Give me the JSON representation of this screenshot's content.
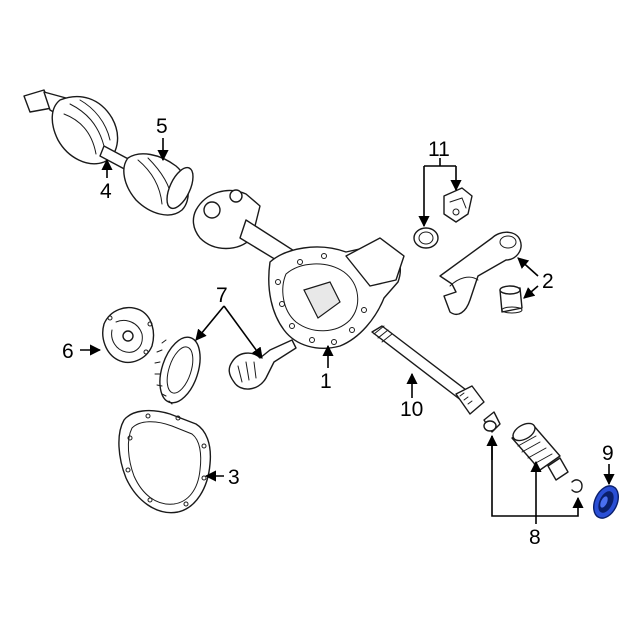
{
  "callouts": {
    "c1": "1",
    "c2": "2",
    "c3": "3",
    "c4": "4",
    "c5": "5",
    "c6": "6",
    "c7": "7",
    "c8": "8",
    "c9": "9",
    "c10": "10",
    "c11": "11"
  },
  "colors": {
    "line": "#1a1a1a",
    "highlight_fill": "#2a4fd6",
    "highlight_dark": "#0a1f6b",
    "background": "#ffffff"
  }
}
